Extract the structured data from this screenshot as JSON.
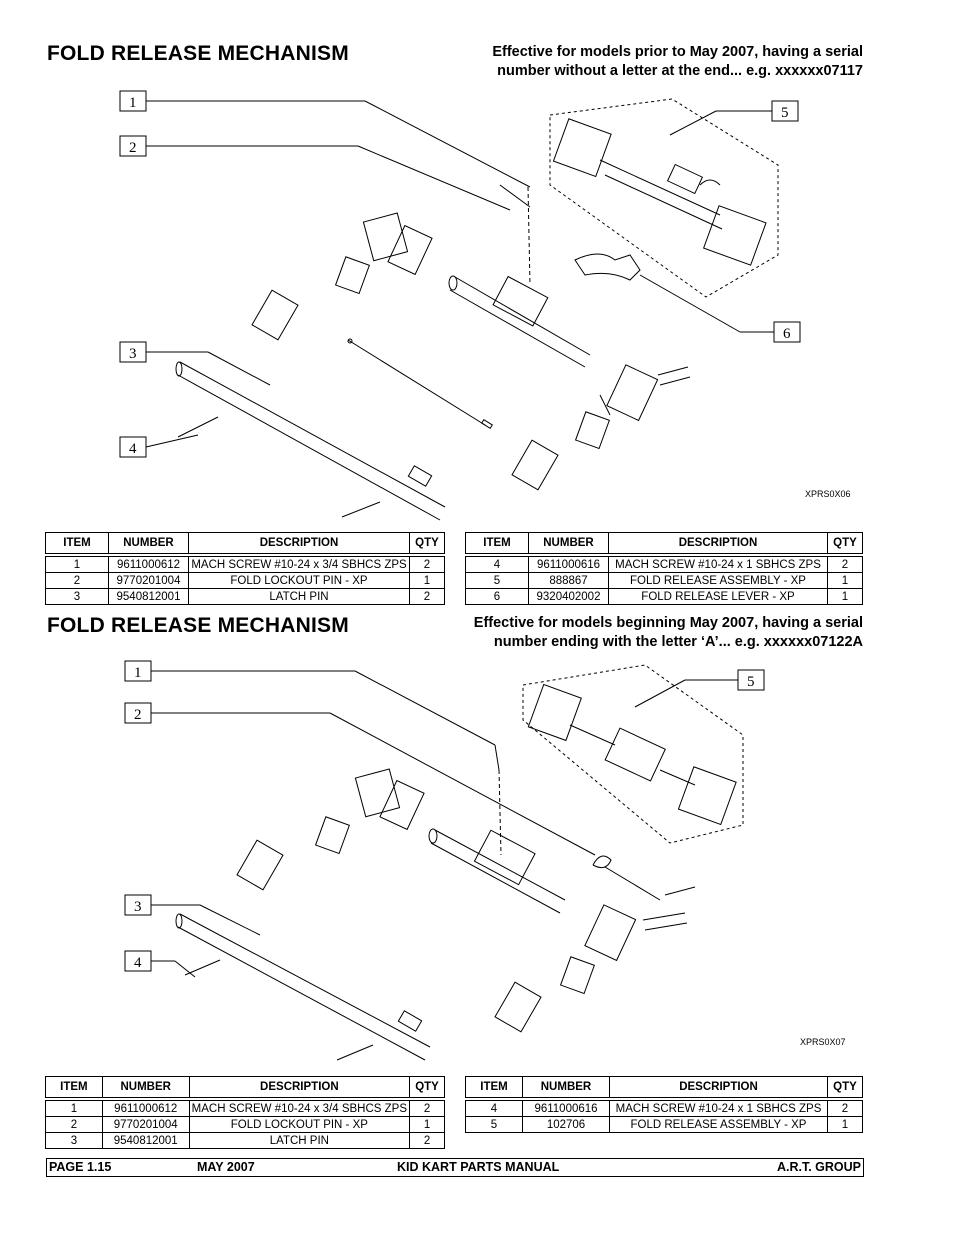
{
  "sections": [
    {
      "title": "FOLD RELEASE MECHANISM",
      "note_line1": "Effective for models prior to May 2007, having a serial",
      "note_line2": "number without a letter at the end... e.g. xxxxxx07117",
      "drawing_code": "XPRS0X06",
      "callouts": [
        "1",
        "2",
        "3",
        "4",
        "5",
        "6"
      ],
      "table_headers": [
        "ITEM",
        "NUMBER",
        "DESCRIPTION",
        "QTY"
      ],
      "left_rows": [
        {
          "item": "1",
          "number": "9611000612",
          "description": "MACH SCREW #10-24 x 3/4 SBHCS ZPS",
          "qty": "2"
        },
        {
          "item": "2",
          "number": "9770201004",
          "description": "FOLD LOCKOUT PIN - XP",
          "qty": "1"
        },
        {
          "item": "3",
          "number": "9540812001",
          "description": "LATCH PIN",
          "qty": "2"
        }
      ],
      "right_rows": [
        {
          "item": "4",
          "number": "9611000616",
          "description": "MACH SCREW #10-24 x 1 SBHCS ZPS",
          "qty": "2"
        },
        {
          "item": "5",
          "number": "888867",
          "description": "FOLD RELEASE ASSEMBLY - XP",
          "qty": "1"
        },
        {
          "item": "6",
          "number": "9320402002",
          "description": "FOLD RELEASE LEVER - XP",
          "qty": "1"
        }
      ]
    },
    {
      "title": "FOLD RELEASE MECHANISM",
      "note_line1": "Effective for models beginning May 2007, having a serial",
      "note_line2": "number ending with the letter ‘A’... e.g. xxxxxx07122A",
      "drawing_code": "XPRS0X07",
      "callouts": [
        "1",
        "2",
        "3",
        "4",
        "5"
      ],
      "table_headers": [
        "ITEM",
        "NUMBER",
        "DESCRIPTION",
        "QTY"
      ],
      "left_rows": [
        {
          "item": "1",
          "number": "9611000612",
          "description": "MACH SCREW #10-24 x 3/4 SBHCS ZPS",
          "qty": "2"
        },
        {
          "item": "2",
          "number": "9770201004",
          "description": "FOLD LOCKOUT PIN - XP",
          "qty": "1"
        },
        {
          "item": "3",
          "number": "9540812001",
          "description": "LATCH PIN",
          "qty": "2"
        }
      ],
      "right_rows": [
        {
          "item": "4",
          "number": "9611000616",
          "description": "MACH SCREW #10-24 x 1 SBHCS ZPS",
          "qty": "2"
        },
        {
          "item": "5",
          "number": "102706",
          "description": "FOLD RELEASE ASSEMBLY - XP",
          "qty": "1"
        }
      ]
    }
  ],
  "footer": {
    "page": "PAGE  1.15",
    "date": "MAY 2007",
    "manual": "KID KART PARTS MANUAL",
    "group": "A.R.T. GROUP"
  }
}
